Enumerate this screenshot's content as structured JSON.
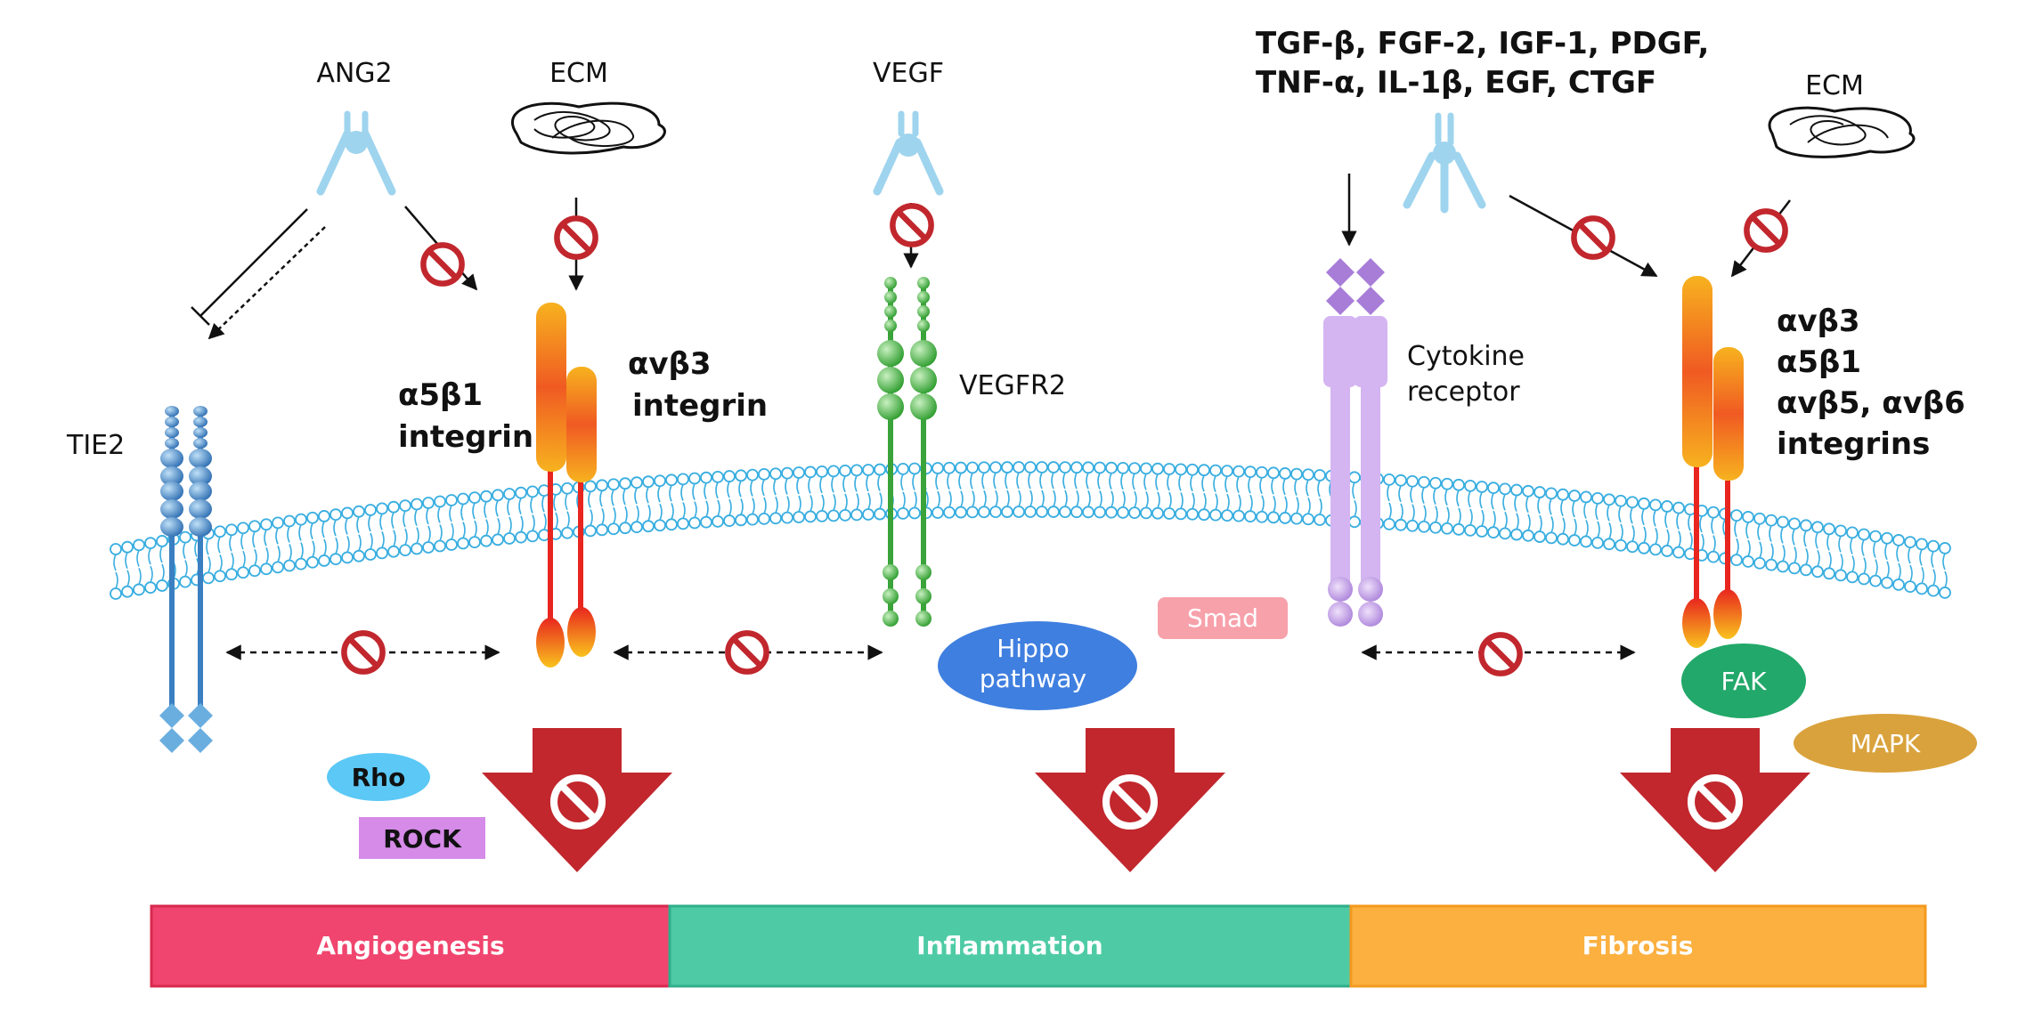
{
  "labels": {
    "ang2": "ANG2",
    "ecm_left": "ECM",
    "vegf": "VEGF",
    "growth_factors_line1": "TGF-β, FGF-2, IGF-1, PDGF,",
    "growth_factors_line2": "TNF-α, IL-1β, EGF, CTGF",
    "ecm_right": "ECM",
    "tie2": "TIE2",
    "a5b1_line1": "α5β1",
    "a5b1_line2": "integrin",
    "avb3_line1": "αvβ3",
    "avb3_line2": "integrin",
    "vegfr2": "VEGFR2",
    "cytokine_line1": "Cytokine",
    "cytokine_line2": "receptor",
    "integrins_line1": "αvβ3",
    "integrins_line2": "α5β1",
    "integrins_line3": "αvβ5, αvβ6",
    "integrins_line4": "integrins"
  },
  "signals": {
    "rho": "Rho",
    "rock": "ROCK",
    "smad": "Smad",
    "hippo_line1": "Hippo",
    "hippo_line2": "pathway",
    "fak": "FAK",
    "mapk": "MAPK"
  },
  "outcomes": [
    {
      "label": "Angiogenesis",
      "color": "#f0456e"
    },
    {
      "label": "Inflammation",
      "color": "#4ecba5"
    },
    {
      "label": "Fibrosis",
      "color": "#fbb040"
    }
  ],
  "colors": {
    "membrane": "#3aaee0",
    "inhibit": "#c1272d",
    "tie2": "#3a7fc1",
    "vegfr2": "#3aa33a",
    "cytokine": "#c9a5ea",
    "rho": "#5bc8f5",
    "rock": "#d68be8",
    "smad": "#f7a1ab",
    "hippo": "#3f7fe0",
    "fak": "#22a86a",
    "mapk": "#d9a23c"
  }
}
